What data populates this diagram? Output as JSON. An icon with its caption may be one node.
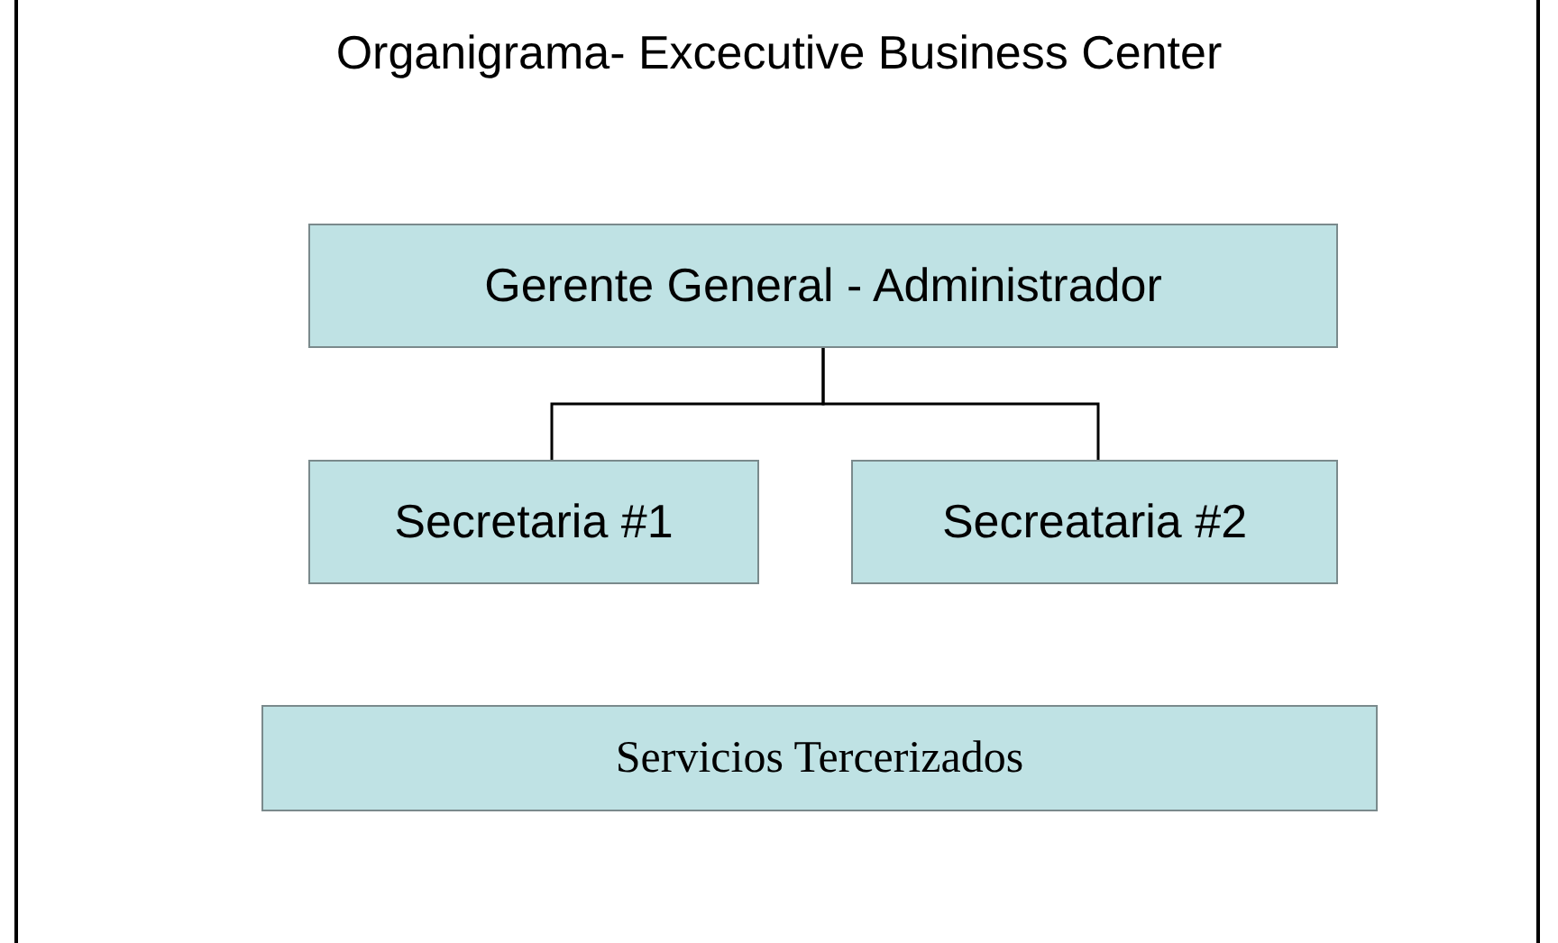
{
  "diagram": {
    "title": "Organigrama- Excecutive Business Center",
    "nodes": [
      {
        "text": [
          "Gerente General - Administrador"
        ]
      },
      {
        "text": [
          "Secretaria #1"
        ]
      },
      {
        "text": [
          "Secreataria #2"
        ]
      },
      {
        "text": [
          "Servicios Tercerizados"
        ]
      }
    ],
    "edges": [
      {
        "from": 0,
        "to": 1,
        "arrow": "none"
      },
      {
        "from": 0,
        "to": 2,
        "arrow": "none"
      }
    ]
  }
}
